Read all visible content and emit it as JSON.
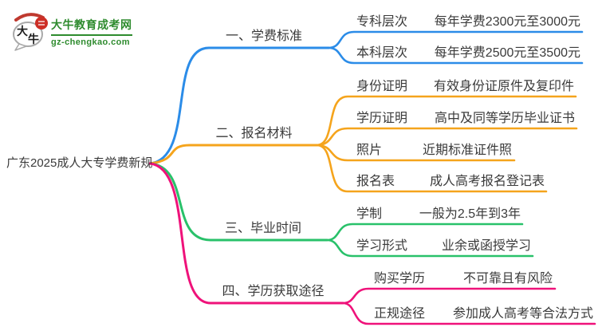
{
  "logo": {
    "icon_char_1": "大",
    "icon_char_2": "牛",
    "site_name": "大牛教育成考网",
    "site_domain": "gz-chengkao.com",
    "brand_green": "#2e8b2e",
    "seal_red": "#cd2f26"
  },
  "root": {
    "title": "广东2025成人大专学费新规"
  },
  "branches": [
    {
      "label": "一、学费标准",
      "color": "#2b8ce8",
      "children": [
        {
          "label": "专科层次",
          "value": "每年学费2300元至3000元"
        },
        {
          "label": "本科层次",
          "value": "每年学费2500元至3500元"
        }
      ]
    },
    {
      "label": "二、报名材料",
      "color": "#f5a41c",
      "children": [
        {
          "label": "身份证明",
          "value": "有效身份证原件及复印件"
        },
        {
          "label": "学历证明",
          "value": "高中及同等学历毕业证书"
        },
        {
          "label": "照片",
          "value": "近期标准证件照"
        },
        {
          "label": "报名表",
          "value": "成人高考报名登记表"
        }
      ]
    },
    {
      "label": "三、毕业时间",
      "color": "#29c16a",
      "children": [
        {
          "label": "学制",
          "value": "一般为2.5年到3年"
        },
        {
          "label": "学习形式",
          "value": "业余或函授学习"
        }
      ]
    },
    {
      "label": "四、学历获取途径",
      "color": "#ef127a",
      "children": [
        {
          "label": "购买学历",
          "value": "不可靠且有风险"
        },
        {
          "label": "正规途径",
          "value": "参加成人高考等合法方式"
        }
      ]
    }
  ]
}
